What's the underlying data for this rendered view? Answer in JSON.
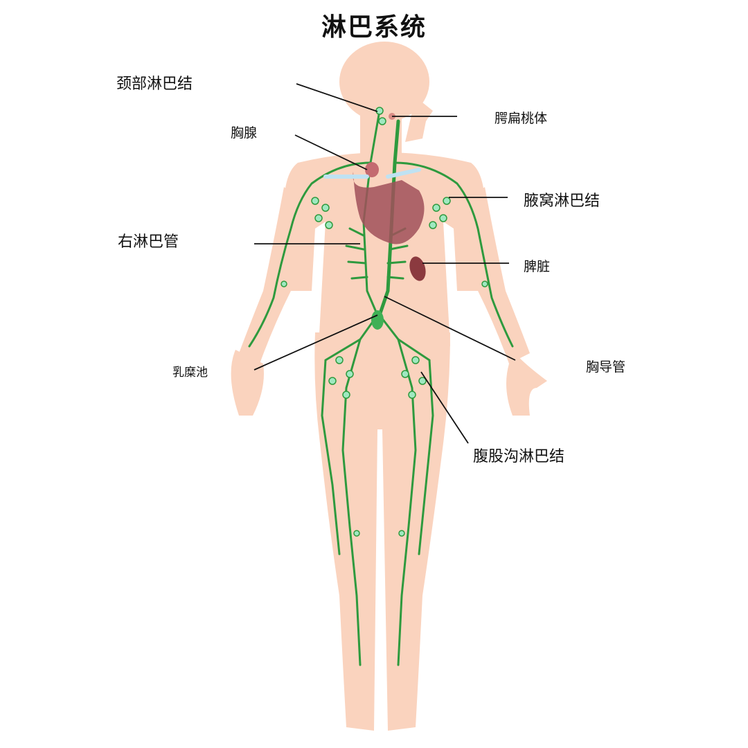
{
  "title": "淋巴系统",
  "colors": {
    "skin": "#FAD3BE",
    "lymph": "#2E9A3E",
    "node": "#9FE8C0",
    "organ": "#A0505A",
    "vessel_blue": "#BFE2F2",
    "leader_line": "#111111"
  },
  "labels": {
    "cervical_nodes": "颈部淋巴结",
    "tonsils": "腭扁桃体",
    "thymus": "胸腺",
    "axillary_nodes": "腋窝淋巴结",
    "right_lymph_duct": "右淋巴管",
    "spleen": "脾脏",
    "cisterna_chyli": "乳糜池",
    "thoracic_duct": "胸导管",
    "inguinal_nodes": "腹股沟淋巴结"
  }
}
